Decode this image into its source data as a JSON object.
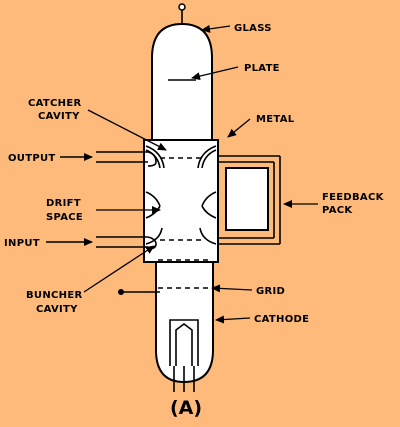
{
  "labels": {
    "glass": "GLASS",
    "plate": "PLATE",
    "catcher_line1": "CATCHER",
    "catcher_line2": "CAVITY",
    "metal": "METAL",
    "output": "OUTPUT",
    "drift_line1": "DRIFT",
    "drift_line2": "SPACE",
    "feedback_line1": "FEEDBACK",
    "feedback_line2": "PACK",
    "input": "INPUT",
    "buncher_line1": "BUNCHER",
    "buncher_line2": "CAVITY",
    "grid": "GRID",
    "cathode": "CATHODE"
  },
  "caption": "(A)",
  "colors": {
    "background": "#FDBA7B",
    "tube_fill": "#FFFFFF",
    "ink": "#000000"
  }
}
